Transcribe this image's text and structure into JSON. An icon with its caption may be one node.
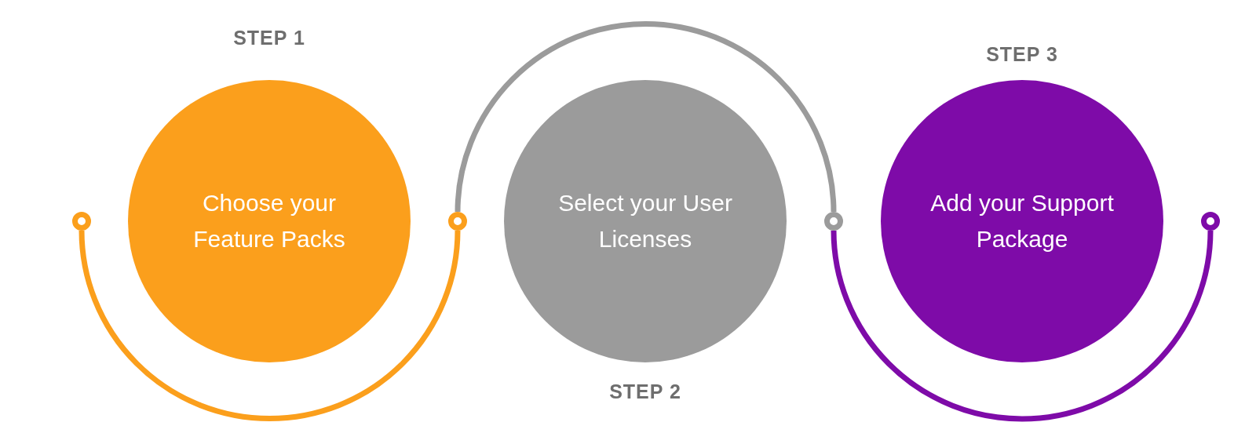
{
  "diagram": {
    "nodes": [
      {
        "text": [
          "STEP 1",
          "Choose your Feature Packs"
        ]
      },
      {
        "text": [
          "Select your User Licenses",
          "STEP 2"
        ]
      },
      {
        "text": [
          "STEP 3",
          "Add your Support Package"
        ]
      },
      {
        "text": [],
        "shape": "circle"
      },
      {
        "text": [],
        "shape": "circle"
      },
      {
        "text": [],
        "shape": "circle"
      },
      {
        "text": [],
        "shape": "circle"
      }
    ],
    "edges": [
      {
        "from": 3,
        "to": 4,
        "arrow": "none",
        "color": "#fb9f1c"
      },
      {
        "from": 4,
        "to": 5,
        "arrow": "none",
        "color": "#9b9b9b"
      },
      {
        "from": 5,
        "to": 6,
        "arrow": "none",
        "color": "#7e0ba8"
      }
    ]
  }
}
